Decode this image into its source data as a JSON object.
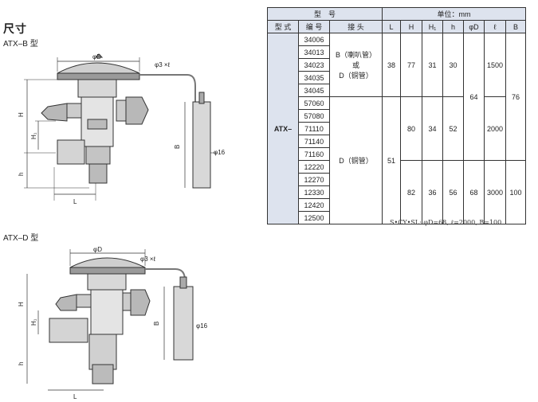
{
  "section_title": "尺寸",
  "models": [
    {
      "label": "ATX–B 型",
      "dims": {
        "phiD": "φD",
        "capillary": "φ3 ×ℓ",
        "H": "H",
        "H1": "H₁",
        "h": "h",
        "L": "L",
        "B": "B",
        "phi16": "φ16"
      }
    },
    {
      "label": "ATX–D 型",
      "dims": {
        "phiD": "φD",
        "capillary": "φ3 ×ℓ",
        "H": "H",
        "H1": "H₁",
        "h": "h",
        "L": "L",
        "B": "B",
        "phi16": "φ16"
      }
    }
  ],
  "table": {
    "header_model_group": "型　号",
    "header_unit": "单位：mm",
    "headers": [
      "型 式",
      "编 号",
      "接 头",
      "L",
      "H",
      "H₁",
      "h",
      "φD",
      "ℓ",
      "B"
    ],
    "series": "ATX–",
    "codes": [
      "34006",
      "34013",
      "34023",
      "34035",
      "34045",
      "57060",
      "57080",
      "71110",
      "71140",
      "71160",
      "12220",
      "12270",
      "12330",
      "12420",
      "12500"
    ],
    "joint_b_line1": "B（喇叭管）",
    "joint_b_line2": "或",
    "joint_b_line3": "D（铜管）",
    "joint_d": "D（铜管）",
    "L_values": [
      "38",
      "51"
    ],
    "H_values": [
      "77",
      "80",
      "82"
    ],
    "H1_values": [
      "31",
      "34",
      "36"
    ],
    "h_values": [
      "30",
      "52",
      "56"
    ],
    "phiD_values": [
      "64",
      "68"
    ],
    "l_values": [
      "1500",
      "2000",
      "3000"
    ],
    "B_values": [
      "76",
      "100"
    ]
  },
  "note": "S•CY•SL:  φD=68,  ℓ=2000, B=100"
}
